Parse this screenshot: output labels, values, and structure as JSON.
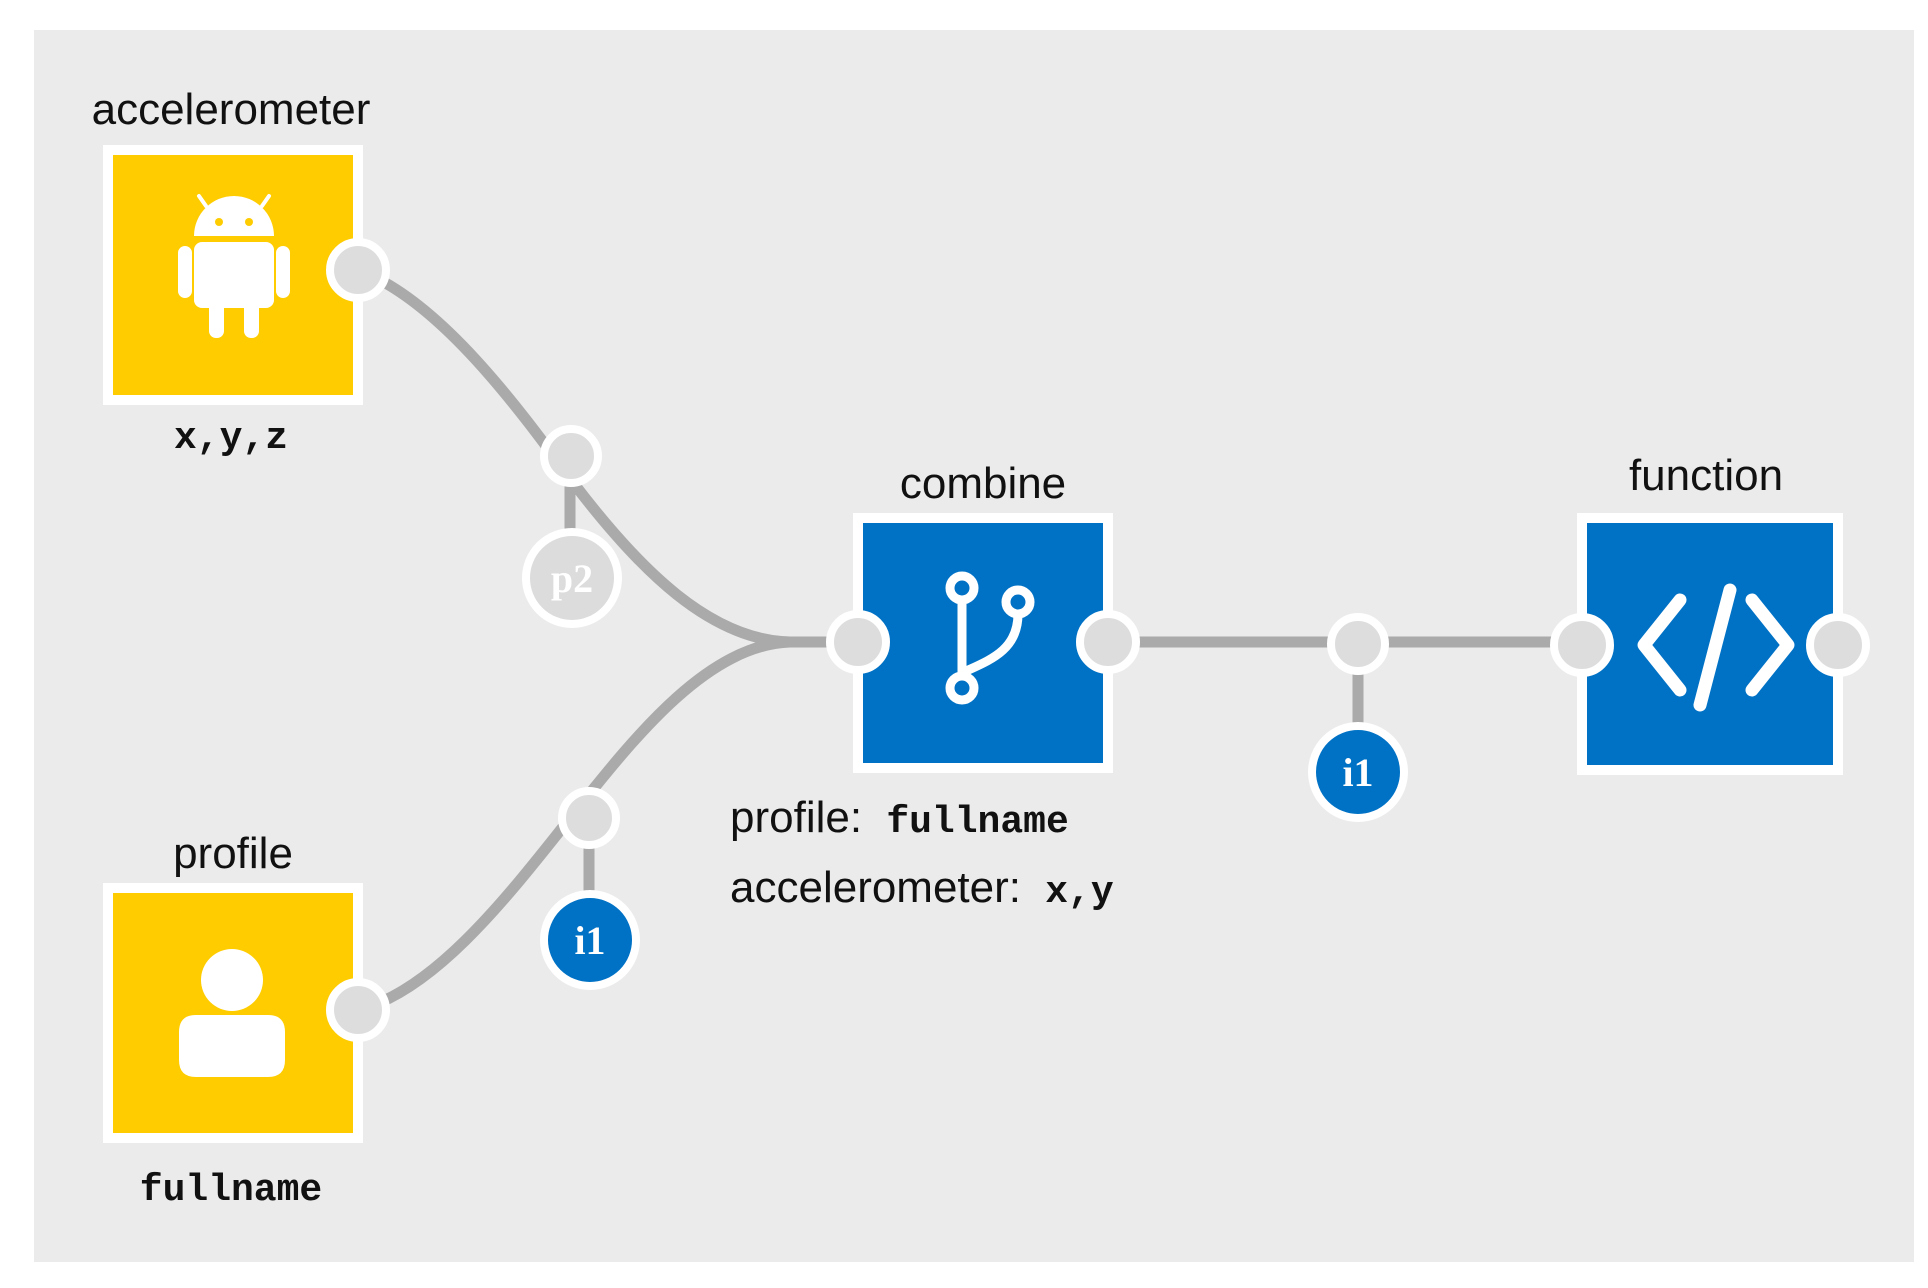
{
  "colors": {
    "background": "#ebebeb",
    "source_node": "#ffcc00",
    "process_node": "#0072c6",
    "wire": "#aaaaaa",
    "port": "#dddddd",
    "badge_active": "#0072c6",
    "badge_inactive": "#dcdcdc",
    "icon": "#ffffff"
  },
  "nodes": {
    "accelerometer": {
      "title": "accelerometer",
      "fields": "x,y,z",
      "icon": "android-icon"
    },
    "profile": {
      "title": "profile",
      "fields": "fullname",
      "icon": "user-icon"
    },
    "combine": {
      "title": "combine",
      "icon": "branch-icon",
      "mapping": [
        {
          "key": "profile:",
          "value": "fullname"
        },
        {
          "key": "accelerometer:",
          "value": "x,y"
        }
      ]
    },
    "function": {
      "title": "function",
      "icon": "code-icon"
    }
  },
  "badges": {
    "accelerometer_to_combine": "p2",
    "profile_to_combine": "i1",
    "combine_to_function": "i1"
  }
}
